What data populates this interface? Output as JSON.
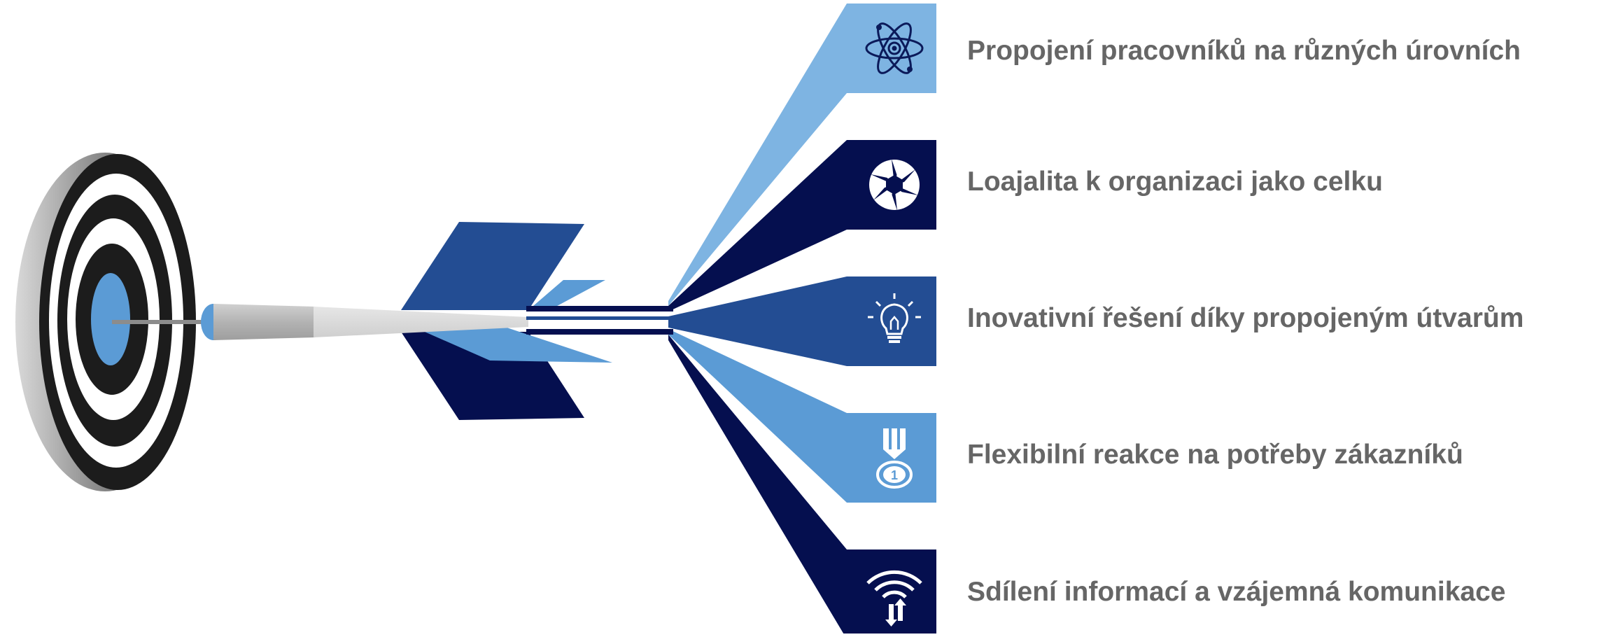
{
  "colors": {
    "light_blue": "#7eb4e2",
    "mid_blue": "#5b9bd5",
    "royal_blue": "#234d93",
    "navy": "#050f4f",
    "text_gray": "#666666",
    "target_black": "#1c1c1c",
    "target_bullseye": "#5b9bd5",
    "shaft_gray": "#bfbfbf"
  },
  "items": [
    {
      "label": "Propojení pracovníků na různých úrovních",
      "icon": "atom-icon",
      "color": "#7eb4e2"
    },
    {
      "label": "Loajalita k organizaci jako celku",
      "icon": "aperture-icon",
      "color": "#050f4f"
    },
    {
      "label": "Inovativní řešení díky propojeným útvarům",
      "icon": "lightbulb-icon",
      "color": "#234d93"
    },
    {
      "label": "Flexibilní reakce na potřeby zákazníků",
      "icon": "medal-icon",
      "color": "#5b9bd5"
    },
    {
      "label": "Sdílení informací a vzájemná komunikace",
      "icon": "wifi-transfer-icon",
      "color": "#050f4f"
    }
  ],
  "medal_number": "1"
}
